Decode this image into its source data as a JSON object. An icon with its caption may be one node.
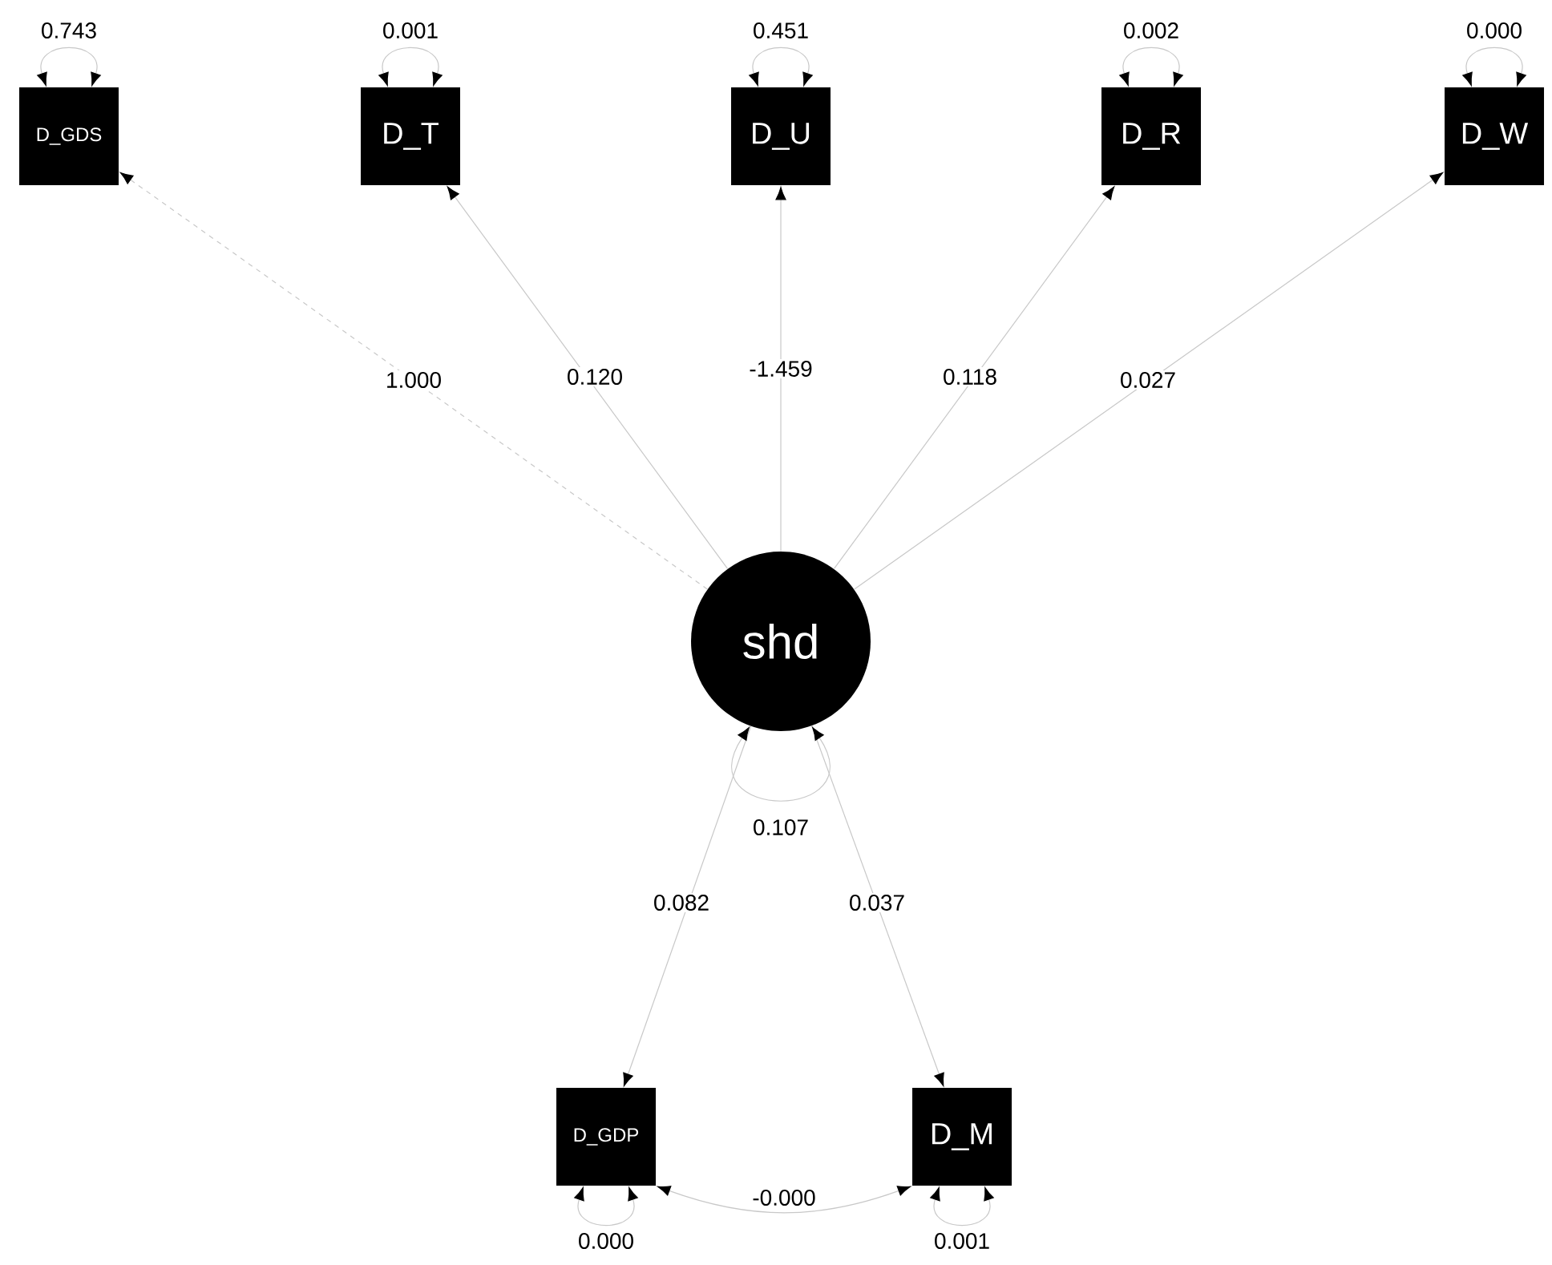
{
  "diagram": {
    "nodes": [
      {
        "text": [
          "D_GDS"
        ]
      },
      {
        "text": [
          "D_T"
        ]
      },
      {
        "text": [
          "D_U"
        ]
      },
      {
        "text": [
          "D_R"
        ]
      },
      {
        "text": [
          "D_W"
        ]
      },
      {
        "text": [
          "shd"
        ]
      },
      {
        "text": [
          "D_GDP"
        ]
      },
      {
        "text": [
          "D_M"
        ]
      }
    ],
    "edges": [
      {
        "from": 5,
        "to": 0,
        "arrow": "to",
        "label": "1.000",
        "style": "dashed"
      },
      {
        "from": 5,
        "to": 1,
        "arrow": "to",
        "label": "0.120"
      },
      {
        "from": 5,
        "to": 2,
        "arrow": "to",
        "label": "-1.459"
      },
      {
        "from": 5,
        "to": 3,
        "arrow": "to",
        "label": "0.118"
      },
      {
        "from": 5,
        "to": 4,
        "arrow": "to",
        "label": "0.027"
      },
      {
        "from": 5,
        "to": 6,
        "arrow": "to",
        "label": "0.082"
      },
      {
        "from": 5,
        "to": 7,
        "arrow": "to",
        "label": "0.037"
      },
      {
        "from": 6,
        "to": 7,
        "arrow": "both",
        "label": "-0.000"
      },
      {
        "from": 0,
        "to": 0,
        "arrow": "both",
        "label": "0.743"
      },
      {
        "from": 1,
        "to": 1,
        "arrow": "both",
        "label": "0.001"
      },
      {
        "from": 2,
        "to": 2,
        "arrow": "both",
        "label": "0.451"
      },
      {
        "from": 3,
        "to": 3,
        "arrow": "both",
        "label": "0.002"
      },
      {
        "from": 4,
        "to": 4,
        "arrow": "both",
        "label": "0.000"
      },
      {
        "from": 5,
        "to": 5,
        "arrow": "both",
        "label": "0.107"
      },
      {
        "from": 6,
        "to": 6,
        "arrow": "both",
        "label": "0.000"
      },
      {
        "from": 7,
        "to": 7,
        "arrow": "both",
        "label": "0.001"
      }
    ]
  }
}
